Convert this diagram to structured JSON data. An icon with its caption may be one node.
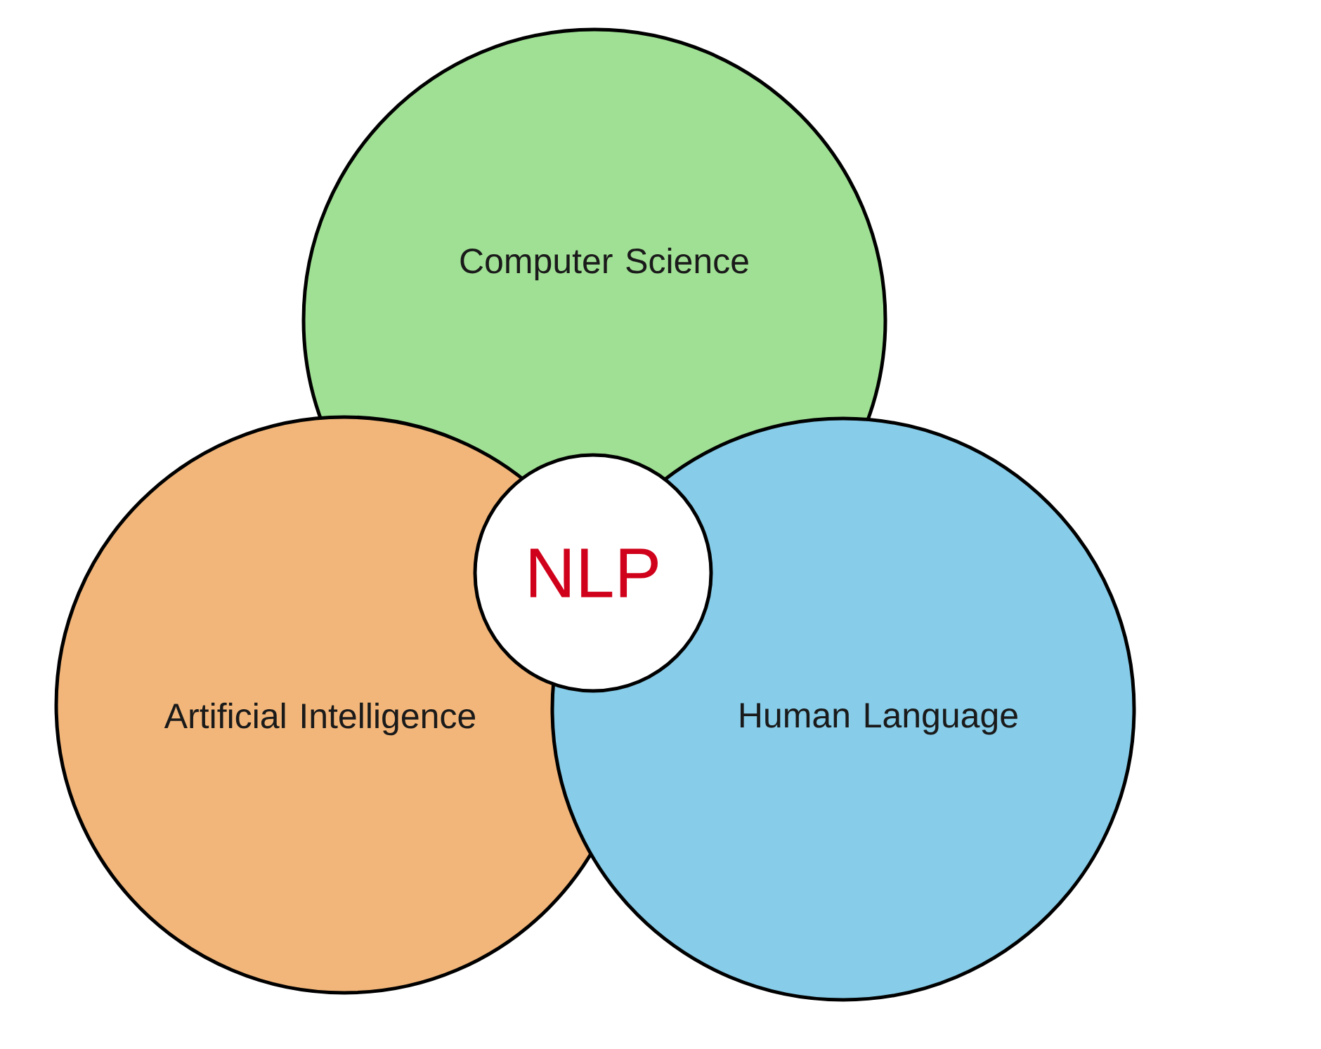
{
  "diagram": {
    "nodes": [
      {
        "text": [
          "Computer Science"
        ]
      },
      {
        "text": [
          "Artificial Intelligence"
        ]
      },
      {
        "text": [
          "Human Language"
        ]
      },
      {
        "text": [
          "NLP"
        ]
      }
    ]
  }
}
